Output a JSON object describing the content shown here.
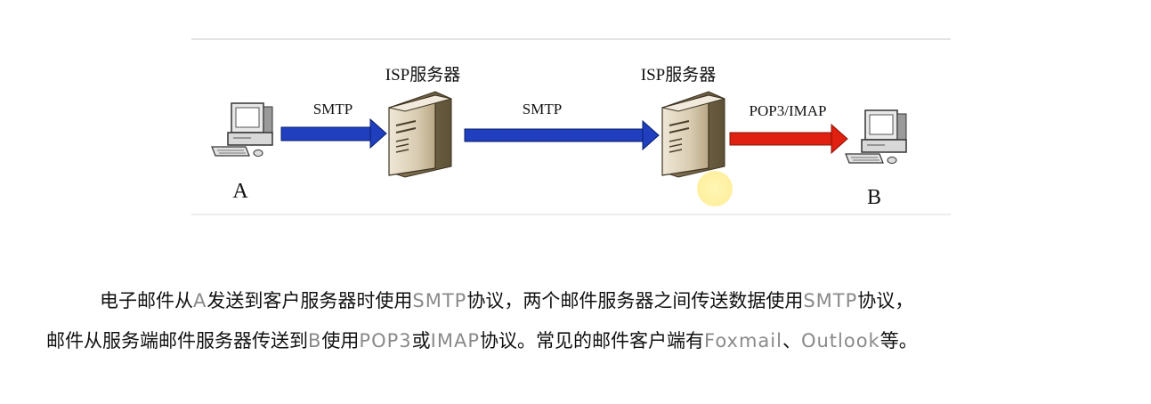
{
  "diagram": {
    "server_left_label": "ISP服务器",
    "server_right_label": "ISP服务器",
    "arrow1_label": "SMTP",
    "arrow2_label": "SMTP",
    "arrow3_label": "POP3/IMAP",
    "client_a_label": "A",
    "client_b_label": "B",
    "colors": {
      "smtp_arrow": "#1f3fbf",
      "pop_arrow": "#e02010",
      "highlight": "#fff3a8"
    }
  },
  "caption": {
    "line1": [
      "电子邮件从",
      "A",
      "发送到客户服务器时使用",
      "SMTP",
      "协议，两个邮件服务器之间传送数据使用",
      "SMTP",
      "协议，"
    ],
    "line2": [
      "邮件从服务端邮件服务器传送到",
      "B",
      "使用",
      "POP3",
      "或",
      "IMAP",
      "协议。常见的邮件客户端有",
      "Foxmail",
      "、",
      "Outlook",
      "等。"
    ]
  }
}
